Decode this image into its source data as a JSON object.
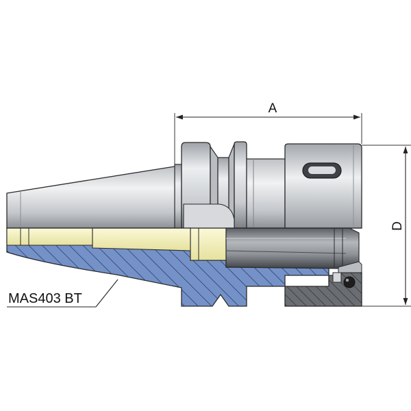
{
  "dimensions": {
    "length_label": "A",
    "diameter_label": "D"
  },
  "callout": {
    "standard_label": "MAS403 BT"
  },
  "colors": {
    "steel_light": "#e6e8ea",
    "steel_mid": "#a9adb2",
    "steel_dark": "#55595e",
    "section_blue": "#6f8fc6",
    "hatch_blue": "#2f3f6e",
    "bore_yellow": "#f2efba",
    "nut_gray": "#5e6166",
    "outline": "#2a2a2a"
  }
}
